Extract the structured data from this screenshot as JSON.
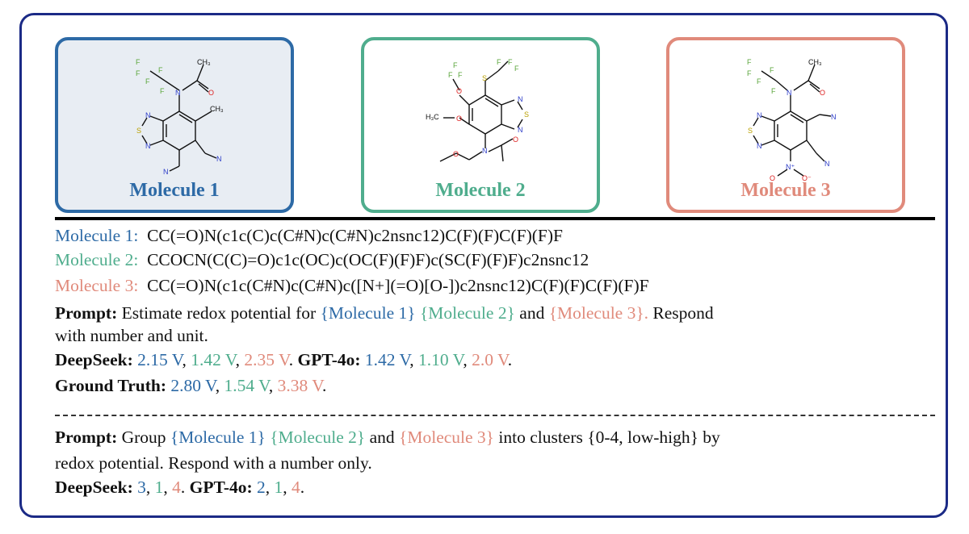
{
  "molecules": [
    {
      "label": "Molecule 1",
      "color": "#2d6aa6",
      "smiles": "CC(=O)N(c1c(C)c(C#N)c(C#N)c2nsnc12)C(F)(F)C(F)(F)F"
    },
    {
      "label": "Molecule 2",
      "color": "#4fad8d",
      "smiles": "CCOCN(C(C)=O)c1c(OC)c(OC(F)(F)F)c(SC(F)(F)F)c2nsnc12"
    },
    {
      "label": "Molecule 3",
      "color": "#e08a7b",
      "smiles": "CC(=O)N(c1c(C#N)c(C#N)c([N+](=O)[O-])c2nsnc12)C(F)(F)C(F)(F)F"
    }
  ],
  "punct": {
    "colon": ":",
    "comma": ",",
    "period": ".",
    "space_and": " and "
  },
  "task1": {
    "prompt_label": "Prompt:",
    "prompt_pre": "Estimate redox potential for",
    "ref1": "{Molecule 1}",
    "ref2": "{Molecule 2}",
    "and": "and",
    "ref3": "{Molecule 3}.",
    "prompt_post": "Respond",
    "prompt_line2": "with number and unit.",
    "deepseek_label": "DeepSeek:",
    "deepseek_values": [
      "2.15 V",
      "1.42 V",
      "2.35 V"
    ],
    "gpt_label": "GPT-4o:",
    "gpt_values": [
      "1.42 V",
      "1.10 V",
      "2.0 V"
    ],
    "truth_label": "Ground Truth:",
    "truth_values": [
      "2.80 V",
      "1.54 V",
      "3.38 V"
    ]
  },
  "task2": {
    "prompt_label": "Prompt:",
    "prompt_pre": "Group",
    "ref1": "{Molecule 1}",
    "ref2": "{Molecule 2}",
    "and": "and",
    "ref3": "{Molecule 3}",
    "prompt_post": "into clusters {0-4, low-high} by",
    "prompt_line2": "redox potential. Respond with a number only.",
    "deepseek_label": "DeepSeek:",
    "deepseek_values": [
      "3",
      "1",
      "4"
    ],
    "gpt_label": "GPT-4o:",
    "gpt_values": [
      "2",
      "1",
      "4"
    ]
  },
  "atoms": {
    "F": "F",
    "N": "N",
    "O": "O",
    "S": "S",
    "CH3": "CH₃",
    "H3C": "H₃C",
    "NA": "N",
    "NO2_plus": "N⁺",
    "O_minus": "O⁻"
  }
}
